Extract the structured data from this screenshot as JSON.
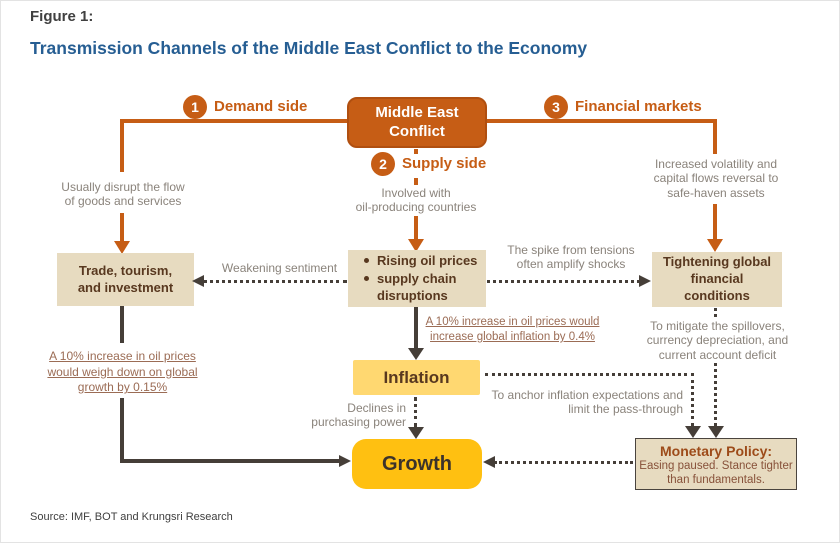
{
  "figure": {
    "label": "Figure 1:",
    "title": "Transmission Channels of the Middle East Conflict to the Economy",
    "source": "Source: IMF, BOT and Krungsri Research"
  },
  "channels": {
    "demand": {
      "number": "1",
      "label": "Demand side"
    },
    "supply": {
      "number": "2",
      "label": "Supply side"
    },
    "financial": {
      "number": "3",
      "label": "Financial markets"
    }
  },
  "nodes": {
    "conflict": "Middle East Conflict",
    "trade": "Trade, tourism, and investment",
    "oil_bullet1": "Rising oil prices",
    "oil_bullet2": "supply chain disruptions",
    "tightening": "Tightening global financial conditions",
    "inflation": "Inflation",
    "growth": "Growth",
    "monetary_title": "Monetary Policy:",
    "monetary_line1": "Easing paused. Stance tighter",
    "monetary_line2": "than fundamentals."
  },
  "notes": {
    "demand": {
      "line1": "Usually disrupt the flow",
      "line2": "of goods and services"
    },
    "supply": {
      "line1": "Involved with",
      "line2": "oil-producing countries"
    },
    "financial": {
      "line1": "Increased volatility and",
      "line2": "capital flows reversal to",
      "line3": "safe-haven assets"
    },
    "weakening": "Weakening sentiment",
    "spike": {
      "line1": "The spike from tensions",
      "line2": "often amplify shocks"
    },
    "oil_inflation": {
      "line1": "A 10% increase in oil prices would",
      "line2": "increase global inflation by 0.4%"
    },
    "oil_growth": {
      "line1": "A 10% increase in oil prices",
      "line2": "would weigh down on global",
      "line3": "growth by 0.15%"
    },
    "declines": {
      "line1": "Declines in",
      "line2": "purchasing power"
    },
    "anchor": {
      "line1": "To anchor inflation expectations and",
      "line2": "limit the pass-through"
    },
    "mitigate": {
      "line1": "To mitigate the spillovers,",
      "line2": "currency depreciation, and",
      "line3": "current account deficit"
    }
  },
  "colors": {
    "orange": "#C65D15",
    "tan": "#E7DBC0",
    "brown_text": "#58381F",
    "amber": "#FFD871",
    "gold": "#FFC011",
    "dark_line": "#453E38",
    "gray_text": "#8A837B",
    "note_brown": "#9B6C55",
    "title_blue": "#265E93"
  }
}
